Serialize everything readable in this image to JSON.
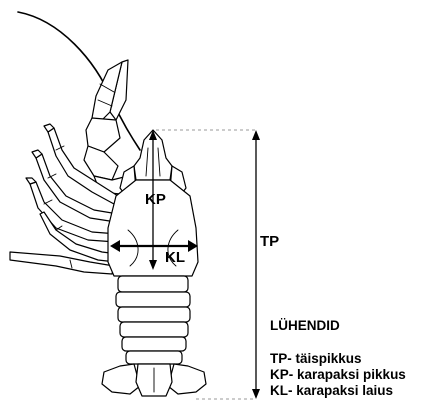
{
  "diagram": {
    "labels": {
      "kp": "KP",
      "kl": "KL",
      "tp": "TP"
    },
    "legend": {
      "title": "LÜHENDID",
      "lines": [
        "TP- täispikkus",
        "KP- karapaksi pikkus",
        "KL- karapaksi laius"
      ]
    }
  }
}
